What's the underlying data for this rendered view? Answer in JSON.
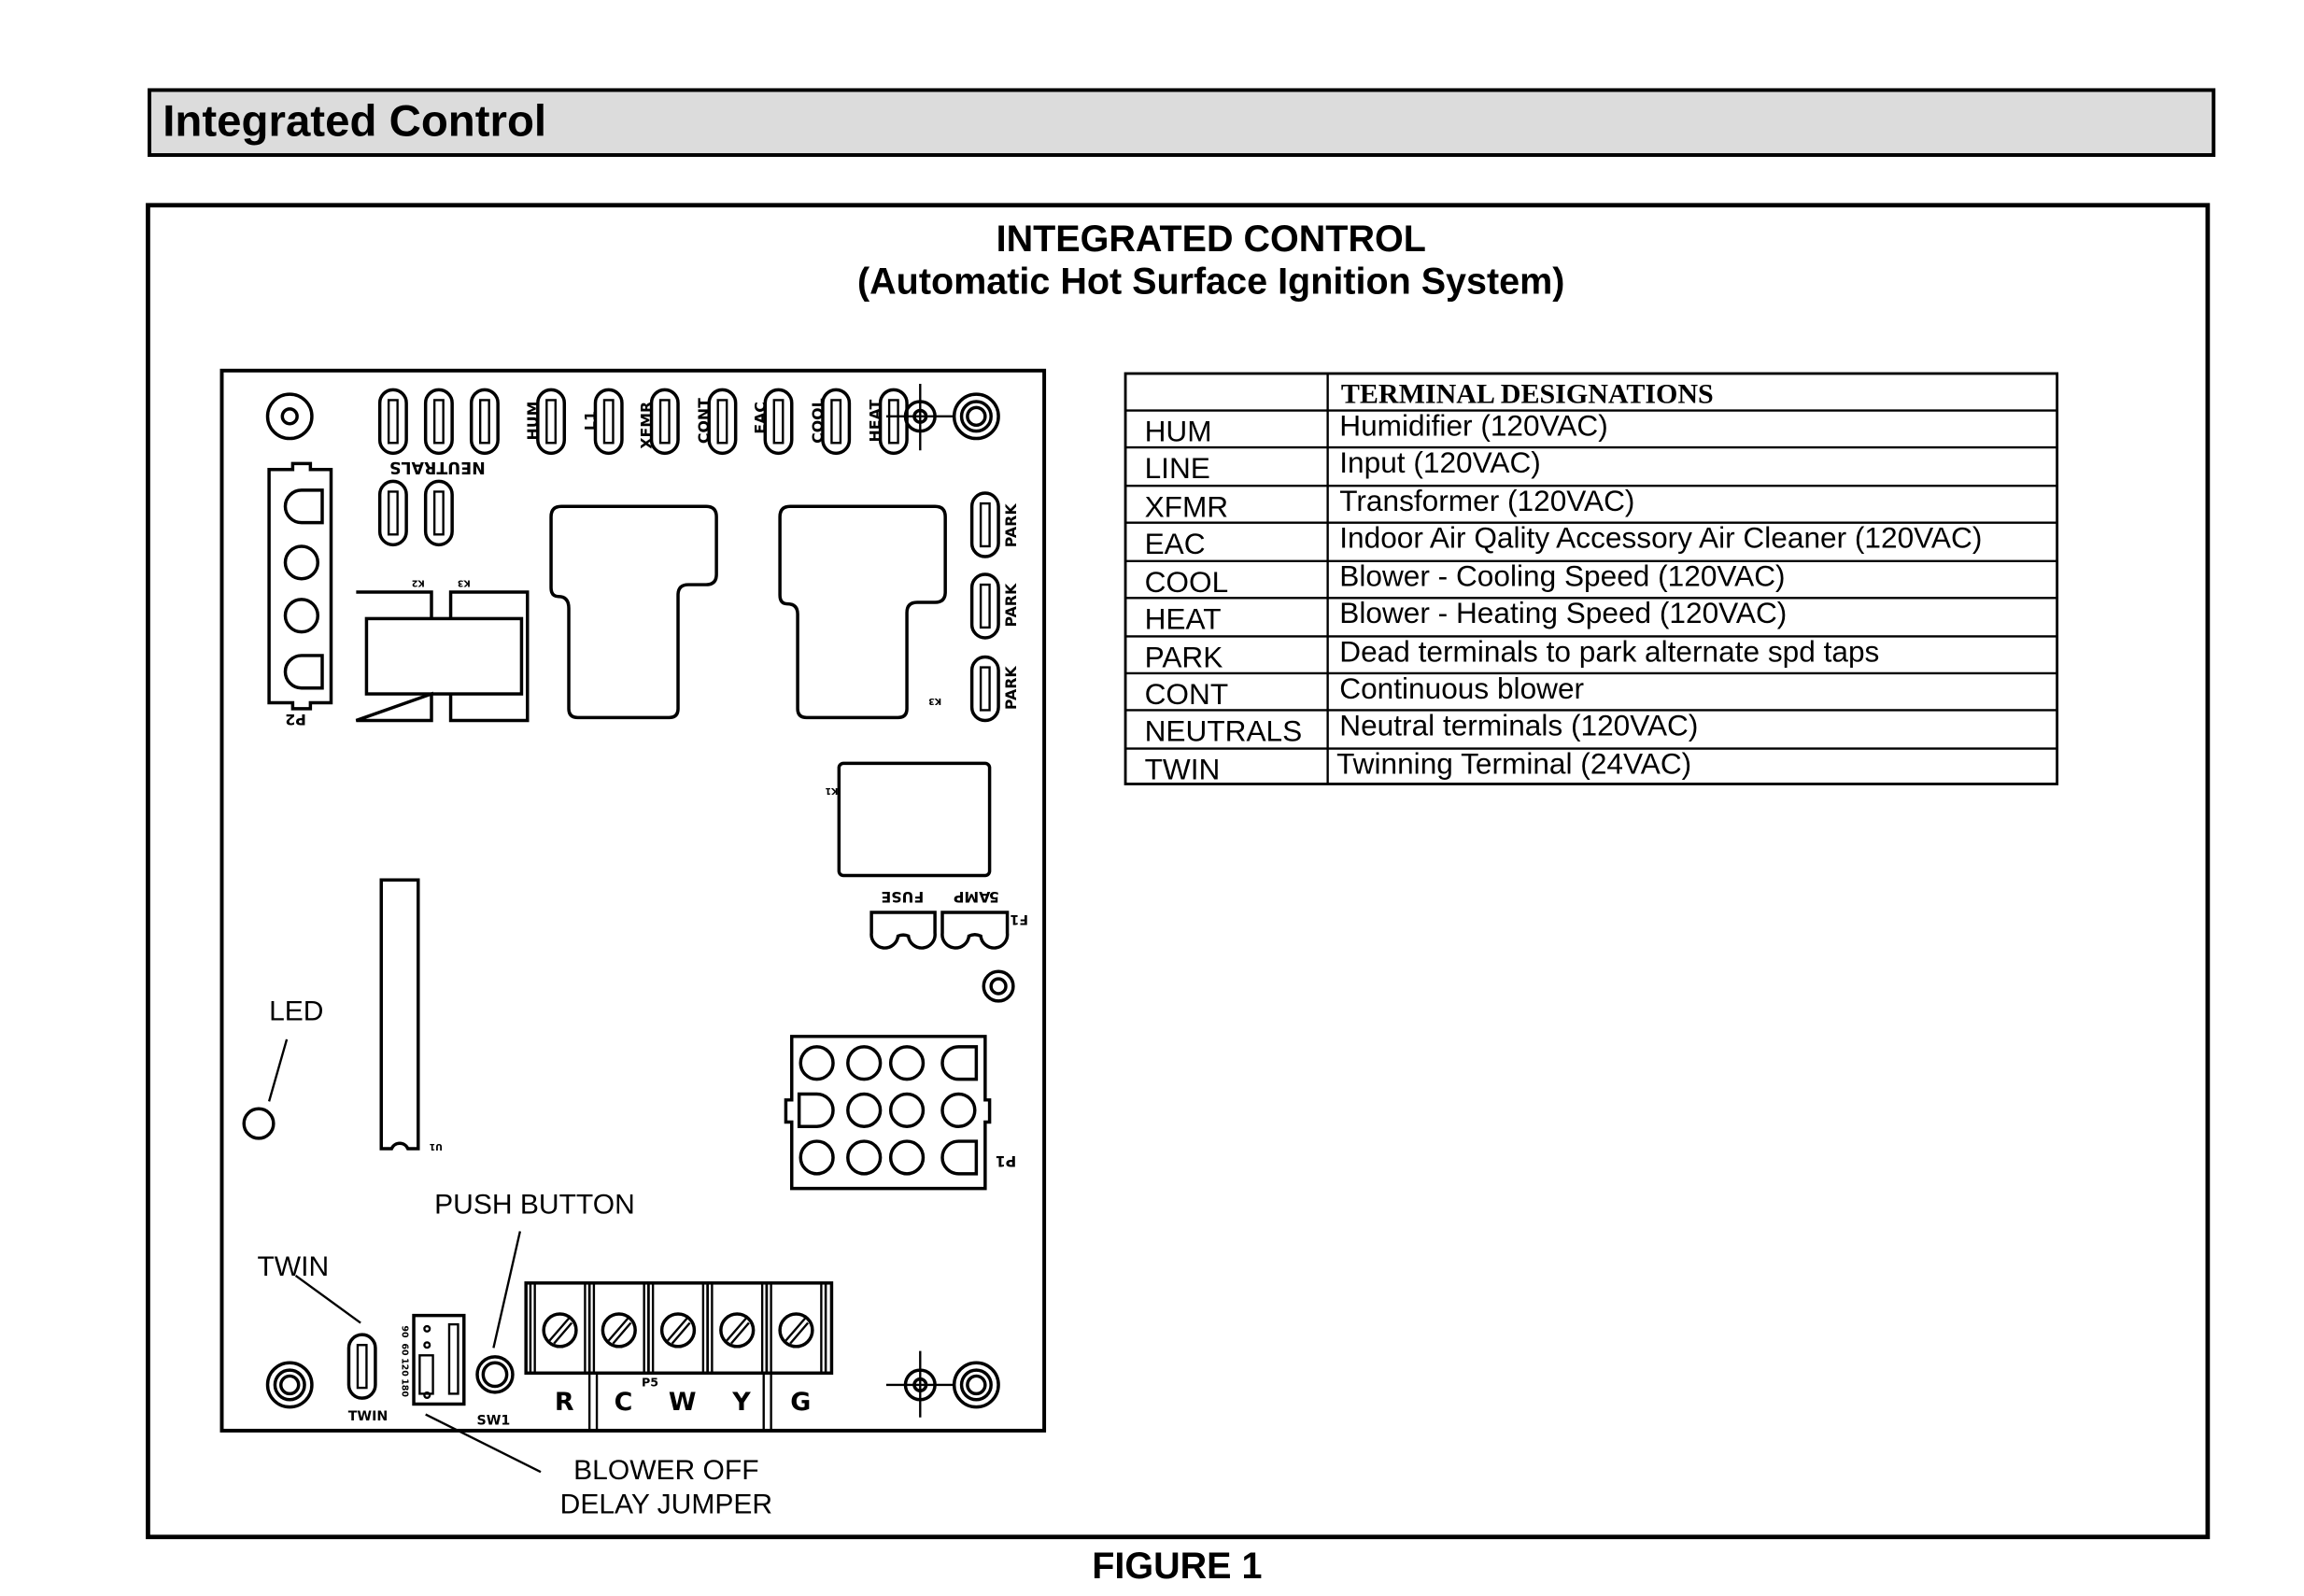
{
  "header": {
    "title": "Integrated Control",
    "bar_color": "#dcdcdc"
  },
  "figure": {
    "title": "INTEGRATED CONTROL",
    "subtitle": "(Automatic Hot Surface Ignition System)",
    "caption": "FIGURE 1"
  },
  "table": {
    "header": "TERMINAL DESIGNATIONS",
    "rows": [
      {
        "code": "HUM",
        "description": "Humidifier (120VAC)"
      },
      {
        "code": "LINE",
        "description": "Input (120VAC)"
      },
      {
        "code": "XFMR",
        "description": "Transformer (120VAC)"
      },
      {
        "code": "EAC",
        "description": "Indoor Air Qality Accessory Air Cleaner (120VAC)"
      },
      {
        "code": "COOL",
        "description": "Blower - Cooling Speed (120VAC)"
      },
      {
        "code": "HEAT",
        "description": "Blower - Heating Speed (120VAC)"
      },
      {
        "code": "PARK",
        "description": "Dead terminals to park alternate spd taps"
      },
      {
        "code": "CONT",
        "description": "Continuous blower"
      },
      {
        "code": "NEUTRALS",
        "description": "Neutral terminals (120VAC)"
      },
      {
        "code": "TWIN",
        "description": "Twinning Terminal (24VAC)"
      }
    ]
  },
  "callouts": {
    "led": "LED",
    "twin": "TWIN",
    "push_button": "PUSH BUTTON",
    "blower_off": "BLOWER OFF",
    "delay_jumper": "DELAY JUMPER"
  },
  "silkscreen": {
    "neutrals": "NEUTRALS",
    "hum": "HUM",
    "l1": "L1",
    "xfmr": "XFMR",
    "cont": "CONT",
    "eac": "EAC",
    "cool": "COOL",
    "heat": "HEAT",
    "park": "PARK",
    "p2": "P2",
    "k2": "K2",
    "k3": "K3",
    "k3b": "K3",
    "k1": "K1",
    "fuse": "FUSE",
    "amp": "AMP",
    "five": "5",
    "f1": "F1",
    "p1": "P1",
    "u1": "U1",
    "twin": "TWIN",
    "sw1": "SW1",
    "p5": "P5",
    "jumper_90": "90",
    "jumper_60": "60",
    "jumper_120": "120",
    "jumper_180": "180",
    "thermostat": [
      "R",
      "C",
      "W",
      "Y",
      "G"
    ]
  }
}
